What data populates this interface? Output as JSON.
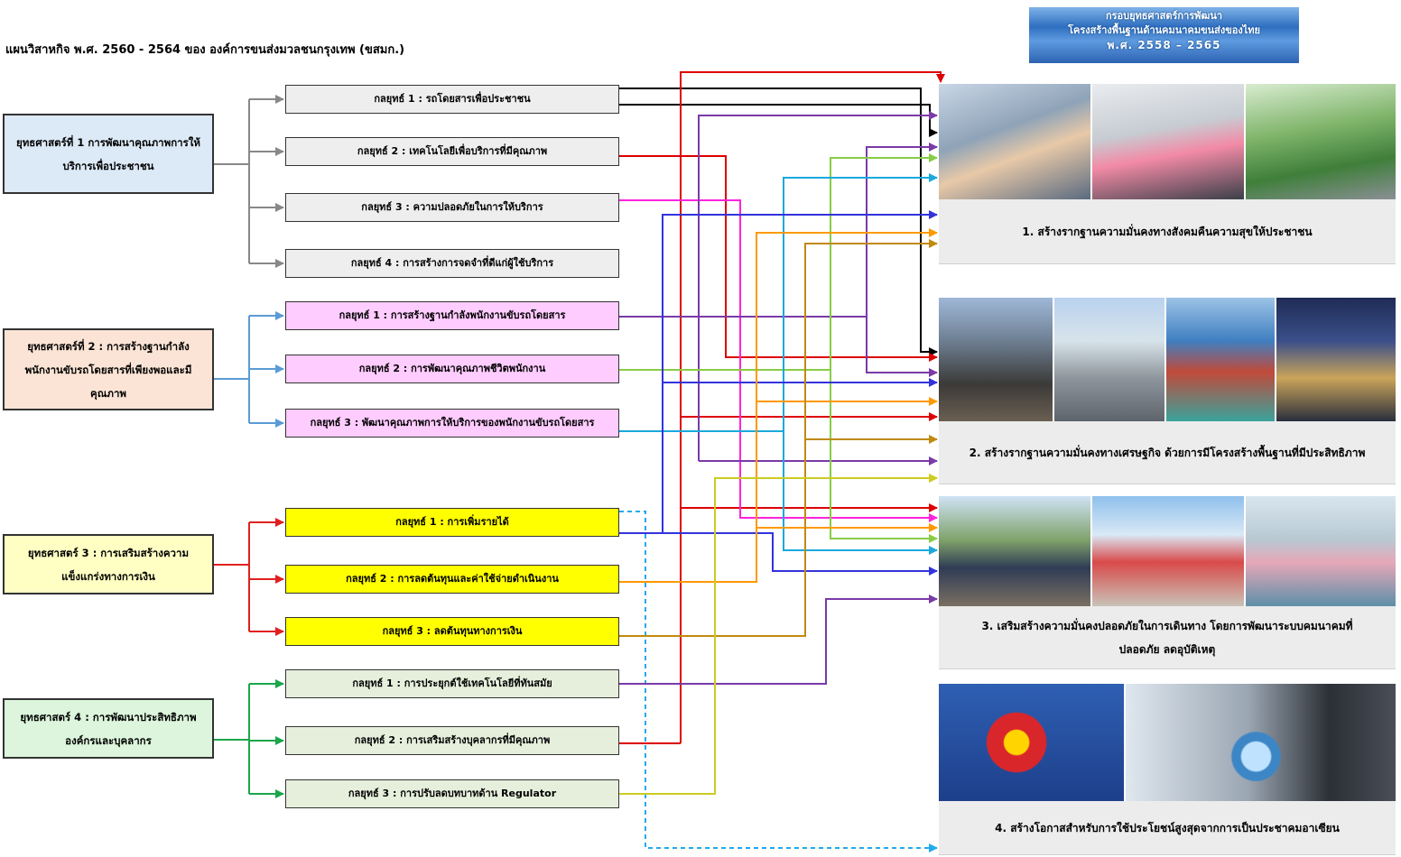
{
  "title": "แผนวิสาหกิจ พ.ศ. 2560 - 2564 ของ องค์การขนส่งมวลชนกรุงเทพ (ขสมก.)",
  "banner": {
    "line1": "กรอบยุทธศาสตร์การพัฒนา",
    "line2": "โครงสร้างพื้นฐานด้านคมนาคมขนส่งของไทย",
    "line3": "พ.ศ. 2558 – 2565"
  },
  "strategies": [
    {
      "label": "ยุทธศาสตร์ที่ 1 การพัฒนาคุณภาพการให้บริการเพื่อประชาชน",
      "color": "#888888",
      "tactics": [
        "กลยุทธ์ 1 : รถโดยสารเพื่อประชาชน",
        "กลยุทธ์ 2 : เทคโนโลยีเพื่อบริการที่มีคุณภาพ",
        "กลยุทธ์ 3 : ความปลอดภัยในการให้บริการ",
        "กลยุทธ์ 4 : การสร้างการจดจำที่ดีแก่ผู้ใช้บริการ"
      ]
    },
    {
      "label": "ยุทธศาสตร์ที่ 2 : การสร้างฐานกำลังพนักงานขับรถโดยสารที่เพียงพอและมีคุณภาพ",
      "color": "#5b9bd5",
      "tactics": [
        "กลยุทธ์ 1 : การสร้างฐานกำลังพนักงานขับรถโดยสาร",
        "กลยุทธ์ 2 : การพัฒนาคุณภาพชีวิตพนักงาน",
        "กลยุทธ์ 3 : พัฒนาคุณภาพการให้บริการของพนักงานขับรถโดยสาร"
      ]
    },
    {
      "label": "ยุทธศาสตร์ 3 : การเสริมสร้างความแข็งแกร่งทางการเงิน",
      "color": "#e02020",
      "tactics": [
        "กลยุทธ์ 1 : การเพิ่มรายได้",
        "กลยุทธ์ 2 : การลดต้นทุนและค่าใช้จ่ายดำเนินงาน",
        "กลยุทธ์ 3 : ลดต้นทุนทางการเงิน"
      ]
    },
    {
      "label": "ยุทธศาสตร์ 4 : การพัฒนาประสิทธิภาพองค์กรและบุคลากร",
      "color": "#1aa64a",
      "tactics": [
        "กลยุทธ์ 1 : การประยุกต์ใช้เทคโนโลยีที่ทันสมัย",
        "กลยุทธ์ 2 : การเสริมสร้างบุคลากรที่มีคุณภาพ",
        "กลยุทธ์ 3 : การปรับลดบทบาทด้าน Regulator"
      ]
    }
  ],
  "goals": [
    {
      "label": "1. สร้างรากฐานความมั่นคงทางสังคมคืนความสุขให้ประชาชน",
      "photos": [
        "children-on-bus-photo",
        "travelers-at-terminal-photo",
        "family-at-van-photo"
      ]
    },
    {
      "label": "2. สร้างรากฐานความมั่นคงทางเศรษฐกิจ ด้วยการมีโครงสร้างพื้นฐานที่มีประสิทธิภาพ",
      "photos": [
        "railway-track-photo",
        "highway-traffic-photo",
        "container-port-photo",
        "airport-terminal-photo"
      ]
    },
    {
      "label": "3. เสริมสร้างความมั่นคงปลอดภัยในการเดินทาง โดยการพัฒนาระบบคมนาคมที่ปลอดภัย ลดอุบัติเหตุ",
      "photos": [
        "railway-officer-photo",
        "tourists-walking-photo",
        "bus-passengers-photo"
      ]
    },
    {
      "label": "4. สร้างโอกาสสำหรับการใช้ประโยชน์สูงสุดจากการเป็นประชาคมอาเซียน",
      "photos": [
        "asean-flag-map-photo",
        "businessman-globe-photo"
      ]
    }
  ],
  "link_colors": {
    "black": "#000000",
    "red": "#dd0000",
    "magenta": "#ff22dd",
    "blue": "#3333dd",
    "purple": "#7a3aa8",
    "lime": "#88cc44",
    "cyan": "#1aa8dd",
    "orange": "#ff9900",
    "olive": "#c08a10",
    "yellow": "#cccc22",
    "dashed": "#22aaee"
  }
}
